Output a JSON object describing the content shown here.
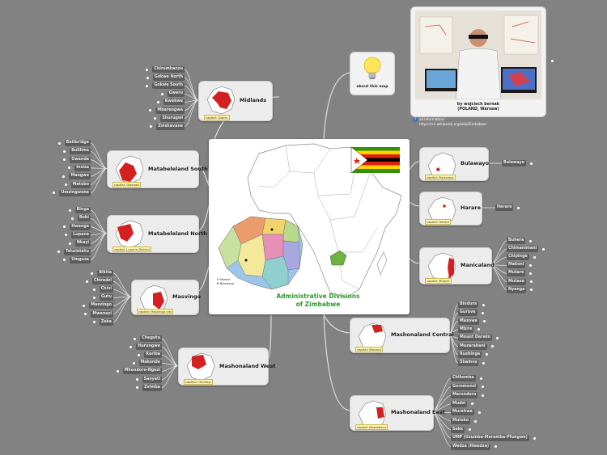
{
  "center": {
    "title_line1": "Administrative Divisions",
    "title_line2": "of Zimbabwe",
    "legend_h": "H   Harare",
    "legend_b": "B   Bulawayo",
    "map_labels": [
      "Mashonaland West",
      "Mashonaland Central",
      "Mashonaland East",
      "Matabeleland North",
      "Midlands",
      "Masvingo",
      "Matabeleland South",
      "Manicaland",
      "Harare",
      "Bulawayo"
    ]
  },
  "about": {
    "label": "about this map"
  },
  "author": {
    "name": "by wojciech bernak",
    "location": "(POLAND, Warsaw)",
    "info_label": "all information:",
    "info_url": "https://en.wikipedia.org/wiki/Zimbabwe"
  },
  "provinces": [
    {
      "id": "midlands",
      "title": "Midlands",
      "caption": "capital: Gweru",
      "items": [
        "Chirumhanzu",
        "Gokwe North",
        "Gokwe South",
        "Gweru",
        "Kwekwe",
        "Mberengwa",
        "Shurugwi",
        "Zvishavane"
      ]
    },
    {
      "id": "mat-south",
      "title": "Matabeleland South",
      "caption": "capital: Gwanda",
      "items": [
        "Beitbridge",
        "Bulilima",
        "Gwanda",
        "Insiza",
        "Mangwe",
        "Matobo",
        "Umzingwane"
      ]
    },
    {
      "id": "mat-north",
      "title": "Matabeleland North",
      "caption": "capital: Lupane District",
      "items": [
        "Binga",
        "Bubi",
        "Hwange",
        "Lupane",
        "Nkayi",
        "Tsholotsho",
        "Umguza"
      ]
    },
    {
      "id": "masvingo",
      "title": "Masvingo",
      "caption": "capital: Masvingo city",
      "items": [
        "Bikita",
        "Chiredzi",
        "Chivi",
        "Gutu",
        "Masvingo",
        "Mwenezi",
        "Zaka"
      ]
    },
    {
      "id": "mash-west",
      "title": "Mashonaland West",
      "caption": "capital: Chinhoyi",
      "items": [
        "Chegutu",
        "Hurungwe",
        "Kariba",
        "Makonde",
        "Mhondoro-Ngezi",
        "Sanyati",
        "Zvimba"
      ]
    },
    {
      "id": "bulawayo",
      "title": "Bulawayo",
      "caption": "capital: Bulawayo",
      "items": [
        "Bulawayo"
      ]
    },
    {
      "id": "harare",
      "title": "Harare",
      "caption": "capital: Harare",
      "items": [
        "Harare"
      ]
    },
    {
      "id": "manicaland",
      "title": "Manicaland",
      "caption": "capital: Mutare",
      "items": [
        "Buhera",
        "Chimanimani",
        "Chipinge",
        "Makoni",
        "Mutare",
        "Mutasa",
        "Nyanga"
      ]
    },
    {
      "id": "mash-central",
      "title": "Mashonaland Central",
      "caption": "capital: Bindura",
      "items": [
        "Bindura",
        "Guruve",
        "Mazowe",
        "Mbire",
        "Mount Darwin",
        "Muzarabani",
        "Rushinga",
        "Shamva"
      ]
    },
    {
      "id": "mash-east",
      "title": "Mashonaland East",
      "caption": "capital: Marondera",
      "items": [
        "Chikomba",
        "Goromonzi",
        "Marondera",
        "Mudzi",
        "Murehwa",
        "Mutoko",
        "Seke",
        "UMP (Uzumba-Maramba-Pfungwe)",
        "Wedza (Hwedza)"
      ]
    }
  ],
  "colors": {
    "background": "#828282",
    "leaf": "#5d5d5d",
    "node": "#ececec",
    "connector": "#e8e8e8",
    "highlight": "#d32020",
    "title_green": "#2a9a2a"
  }
}
